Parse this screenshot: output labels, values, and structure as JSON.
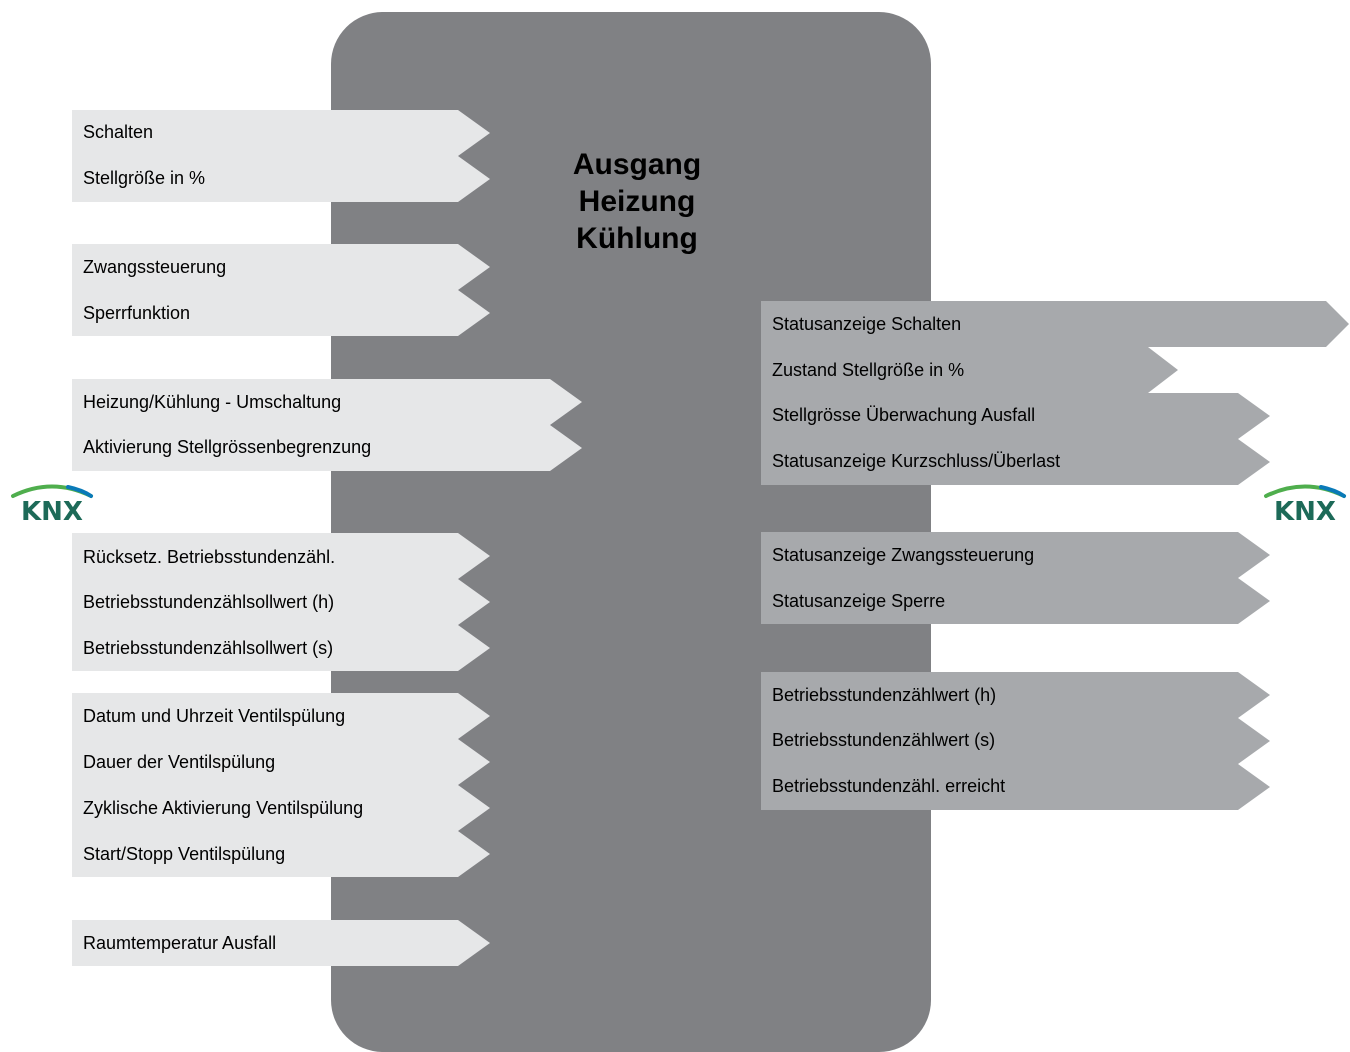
{
  "block": {
    "title_lines": [
      "Ausgang",
      "Heizung",
      "Kühlung"
    ],
    "fill": "#808184"
  },
  "colors": {
    "input_bar": "#e6e7e8",
    "output_bar": "#a7a9ac",
    "knx_green": "#4fae4d",
    "knx_blue": "#0a7ab8",
    "knx_text": "#1d6a58"
  },
  "logo": {
    "text": "KNX"
  },
  "inputs": {
    "group1": [
      "Schalten",
      "Stellgröße in %"
    ],
    "group2": [
      "Zwangssteuerung",
      "Sperrfunktion"
    ],
    "group3": [
      "Heizung/Kühlung - Umschaltung",
      "Aktivierung Stellgrössenbegrenzung"
    ],
    "group4": [
      "Rücksetz. Betriebsstundenzähl.",
      "Betriebsstundenzählsollwert (h)",
      "Betriebsstundenzählsollwert (s)"
    ],
    "group5": [
      "Datum und Uhrzeit Ventilspülung",
      "Dauer der Ventilspülung",
      "Zyklische Aktivierung Ventilspülung",
      "Start/Stopp Ventilspülung"
    ],
    "group6": [
      "Raumtemperatur Ausfall"
    ]
  },
  "outputs": {
    "group1": [
      "Statusanzeige Schalten",
      "Zustand Stellgröße in %",
      "Stellgrösse Überwachung Ausfall",
      "Statusanzeige Kurzschluss/Überlast"
    ],
    "group2": [
      "Statusanzeige Zwangssteuerung",
      "Statusanzeige Sperre"
    ],
    "group3": [
      "Betriebsstundenzählwert (h)",
      "Betriebsstundenzählwert (s)",
      "Betriebsstundenzähl. erreicht"
    ]
  }
}
